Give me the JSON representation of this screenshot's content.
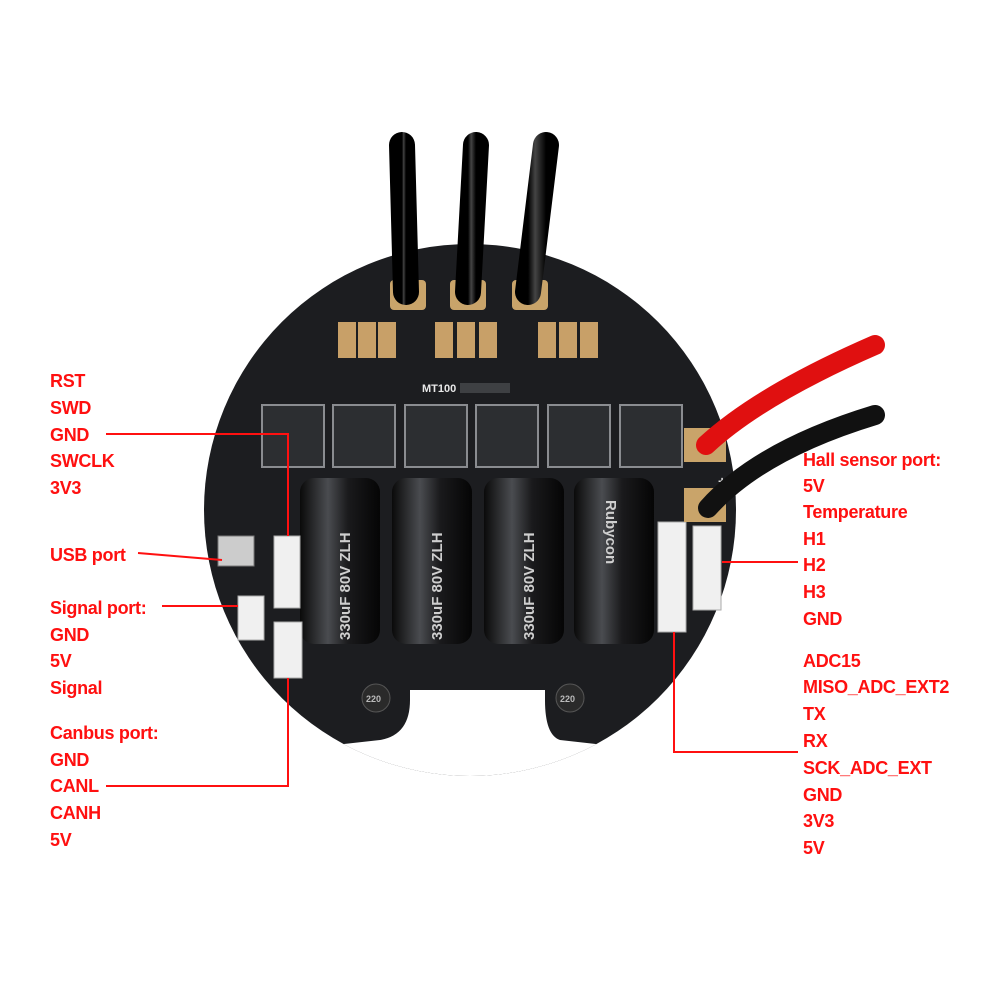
{
  "board": {
    "model_silkscreen": "MT100",
    "capacitor_marking": "330uF 80V ZLH",
    "capacitor_brand": "Rubycon",
    "inductor_marking": "220",
    "plus_marking": "+"
  },
  "left_labels": {
    "swd_header": [
      "RST",
      "SWD",
      "GND",
      "SWCLK",
      "3V3"
    ],
    "usb": "USB port",
    "signal_port": {
      "title": "Signal port:",
      "pins": [
        "GND",
        "5V",
        "Signal"
      ]
    },
    "canbus_port": {
      "title": "Canbus port:",
      "pins": [
        "GND",
        "CANL",
        "CANH",
        "5V"
      ]
    }
  },
  "right_labels": {
    "hall_port": {
      "title": "Hall sensor port:",
      "pins": [
        "5V",
        "Temperature",
        "H1",
        "H2",
        "H3",
        "GND"
      ]
    },
    "ext_port": {
      "pins": [
        "ADC15",
        "MISO_ADC_EXT2",
        "TX",
        "RX",
        "SCK_ADC_EXT",
        "GND",
        "3V3",
        "5V"
      ]
    }
  },
  "colors": {
    "label": "#ff1010",
    "board": "#1c1d20",
    "wire_red": "#e01010",
    "wire_black": "#111111"
  }
}
